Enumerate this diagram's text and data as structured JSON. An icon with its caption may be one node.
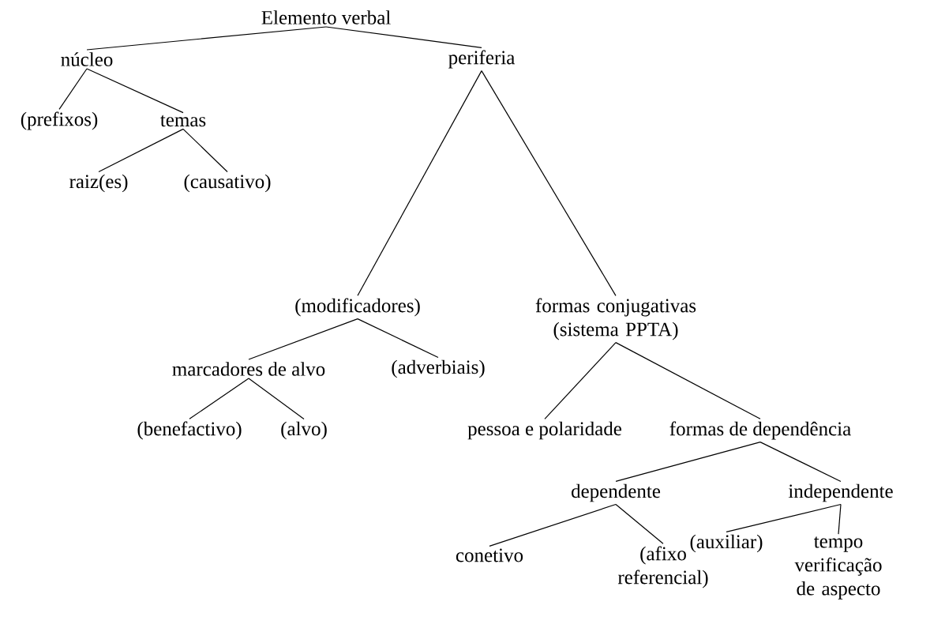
{
  "diagram": {
    "nodes": [
      {
        "text": [
          "Elemento verbal"
        ]
      },
      {
        "text": [
          "núcleo"
        ]
      },
      {
        "text": [
          "periferia"
        ]
      },
      {
        "text": [
          "(prefixos)"
        ]
      },
      {
        "text": [
          "temas"
        ]
      },
      {
        "text": [
          "raiz(es)"
        ]
      },
      {
        "text": [
          "(causativo)"
        ]
      },
      {
        "text": [
          "(modificadores)"
        ]
      },
      {
        "text": [
          "formas conjugativas (sistema PPTA)"
        ]
      },
      {
        "text": [
          "marcadores de alvo"
        ]
      },
      {
        "text": [
          "(adverbiais)"
        ]
      },
      {
        "text": [
          "(benefactivo)"
        ]
      },
      {
        "text": [
          "(alvo)"
        ]
      },
      {
        "text": [
          "pessoa e polaridade"
        ]
      },
      {
        "text": [
          "formas de dependência"
        ]
      },
      {
        "text": [
          "dependente"
        ]
      },
      {
        "text": [
          "independente"
        ]
      },
      {
        "text": [
          "conetivo"
        ]
      },
      {
        "text": [
          "(afixo referencial)"
        ]
      },
      {
        "text": [
          "(auxiliar)"
        ]
      },
      {
        "text": [
          "tempo verificação de aspecto"
        ]
      }
    ],
    "edges": [
      {
        "from": 0,
        "to": 1,
        "arrow": "none"
      },
      {
        "from": 0,
        "to": 2,
        "arrow": "none"
      },
      {
        "from": 1,
        "to": 3,
        "arrow": "none"
      },
      {
        "from": 1,
        "to": 4,
        "arrow": "none"
      },
      {
        "from": 4,
        "to": 5,
        "arrow": "none"
      },
      {
        "from": 4,
        "to": 6,
        "arrow": "none"
      },
      {
        "from": 2,
        "to": 7,
        "arrow": "none"
      },
      {
        "from": 2,
        "to": 8,
        "arrow": "none"
      },
      {
        "from": 7,
        "to": 9,
        "arrow": "none"
      },
      {
        "from": 7,
        "to": 10,
        "arrow": "none"
      },
      {
        "from": 9,
        "to": 11,
        "arrow": "none"
      },
      {
        "from": 9,
        "to": 12,
        "arrow": "none"
      },
      {
        "from": 8,
        "to": 13,
        "arrow": "none"
      },
      {
        "from": 8,
        "to": 14,
        "arrow": "none"
      },
      {
        "from": 14,
        "to": 15,
        "arrow": "none"
      },
      {
        "from": 14,
        "to": 16,
        "arrow": "none"
      },
      {
        "from": 15,
        "to": 17,
        "arrow": "none"
      },
      {
        "from": 15,
        "to": 18,
        "arrow": "none"
      },
      {
        "from": 16,
        "to": 19,
        "arrow": "none"
      },
      {
        "from": 16,
        "to": 20,
        "arrow": "none"
      }
    ]
  }
}
